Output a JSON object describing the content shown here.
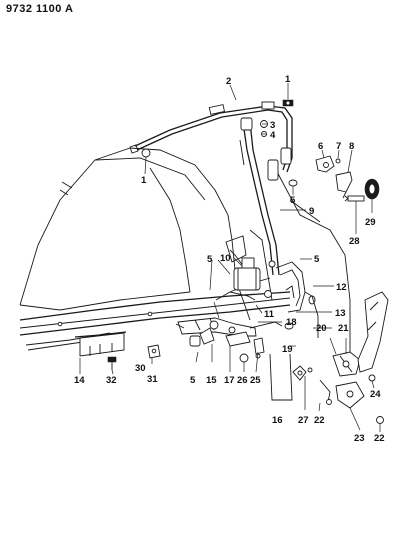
{
  "doc_code": "9732 1100 A",
  "callouts": {
    "c1a": "1",
    "c1b": "1",
    "c2": "2",
    "c3": "3",
    "c4": "4",
    "c5a": "5",
    "c5b": "5",
    "c5c": "5",
    "c5d": "5",
    "c6": "6",
    "c7": "7",
    "c8": "8",
    "c9": "9",
    "c10": "10",
    "c11": "11",
    "c12": "12",
    "c13": "13",
    "c14": "14",
    "c15": "15",
    "c16": "16",
    "c17": "17",
    "c18": "18",
    "c19": "19",
    "c20": "20",
    "c21": "21",
    "c22a": "22",
    "c22b": "22",
    "c23": "23",
    "c24": "24",
    "c25": "25",
    "c26": "26",
    "c27": "27",
    "c28": "28",
    "c29": "29",
    "c30": "30",
    "c31": "31",
    "c32": "32"
  }
}
